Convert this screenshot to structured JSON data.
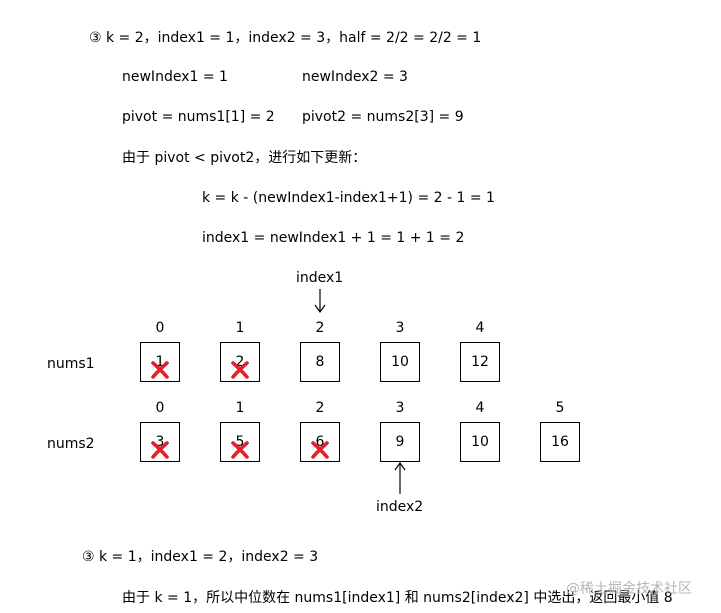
{
  "step3": {
    "header": "③ k = 2，index1 = 1，index2 = 3，half = 2/2 = 2/2 = 1",
    "new_index1": "newIndex1 = 1",
    "new_index2": "newIndex2 = 3",
    "pivot1": "pivot = nums1[1] = 2",
    "pivot2": "pivot2 = nums2[3] = 9",
    "because": "由于 pivot < pivot2，进行如下更新：",
    "k_update": "k = k - (newIndex1-index1+1) = 2 - 1 = 1",
    "index1_update": "index1 = newIndex1 + 1 = 1 + 1 = 2"
  },
  "pointers": {
    "index1": "index1",
    "index2": "index2"
  },
  "arrays": {
    "nums1": {
      "label": "nums1",
      "indices": [
        "0",
        "1",
        "2",
        "3",
        "4"
      ],
      "cells": [
        {
          "value": "1",
          "crossed": true
        },
        {
          "value": "2",
          "crossed": true
        },
        {
          "value": "8",
          "crossed": false
        },
        {
          "value": "10",
          "crossed": false
        },
        {
          "value": "12",
          "crossed": false
        }
      ]
    },
    "nums2": {
      "label": "nums2",
      "indices": [
        "0",
        "1",
        "2",
        "3",
        "4",
        "5"
      ],
      "cells": [
        {
          "value": "3",
          "crossed": true
        },
        {
          "value": "5",
          "crossed": true
        },
        {
          "value": "6",
          "crossed": true
        },
        {
          "value": "9",
          "crossed": false
        },
        {
          "value": "10",
          "crossed": false
        },
        {
          "value": "16",
          "crossed": false
        }
      ]
    }
  },
  "step4": {
    "header": "③ k = 1，index1 = 2，index2 = 3",
    "conclusion": "由于 k = 1，所以中位数在 nums1[index1] 和 nums2[index2] 中选出，返回最小值 8"
  },
  "watermark": "@稀土掘金技术社区",
  "colors": {
    "cross": "#e0202a",
    "text": "#000000",
    "border": "#000000"
  }
}
